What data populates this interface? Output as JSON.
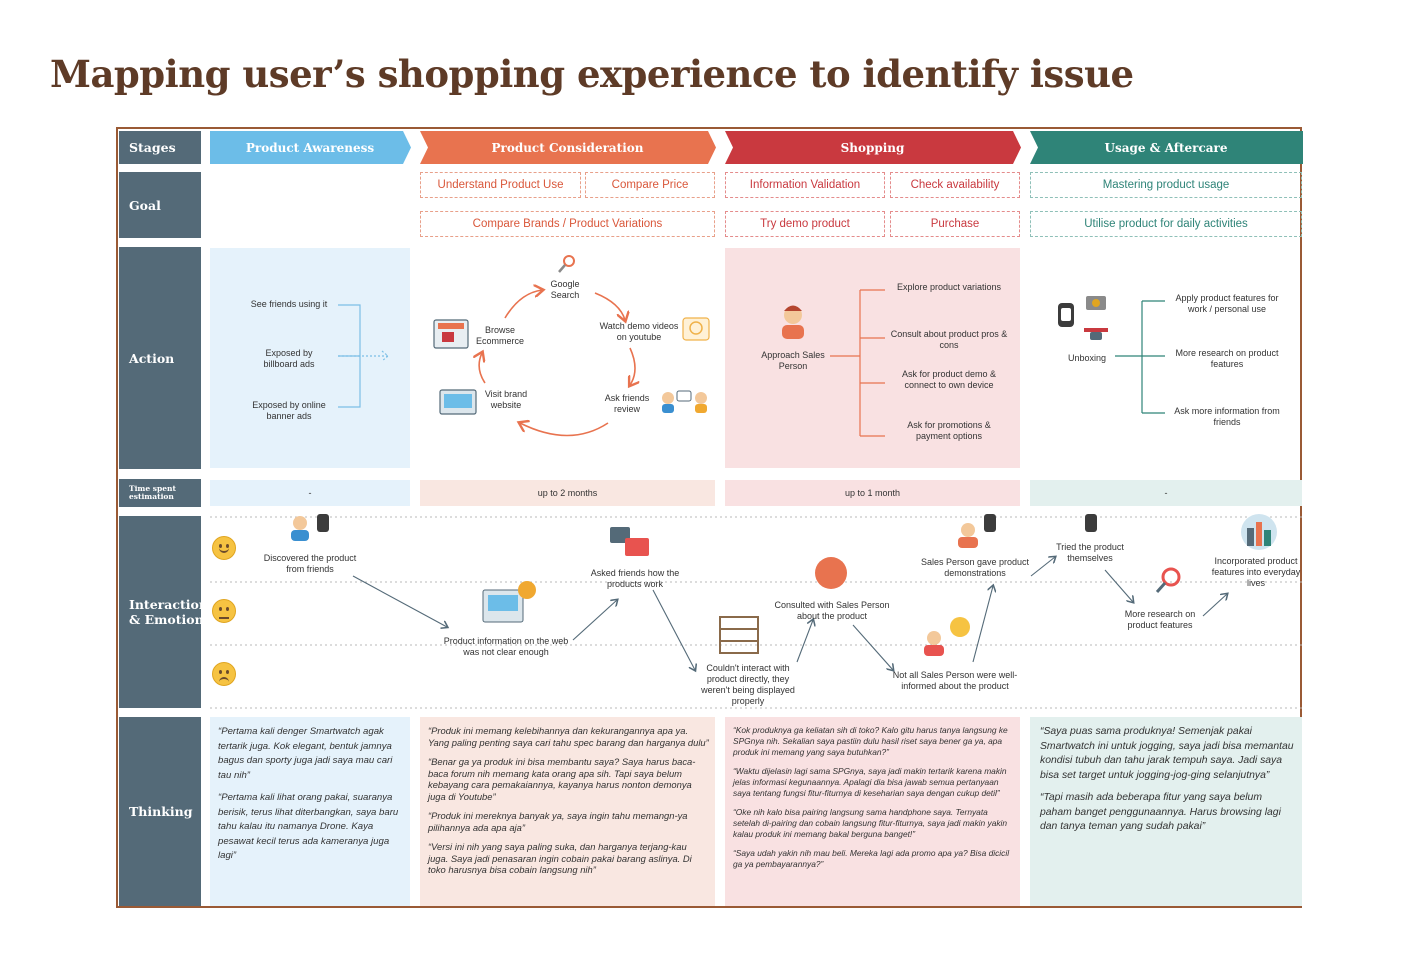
{
  "title": "Mapping user’s shopping experience to identify issue",
  "row_labels": {
    "stages": "Stages",
    "goal": "Goal",
    "action": "Action",
    "time": "Time spent estimation",
    "interaction": "Interaction & Emotion",
    "thinking": "Thinking"
  },
  "stages": [
    "Product Awareness",
    "Product Consideration",
    "Shopping",
    "Usage & Aftercare"
  ],
  "colors": {
    "awareness": "#6cbde8",
    "consideration": "#e8734f",
    "shopping": "#c9393f",
    "usage": "#2f8478",
    "row_label": "#546a78",
    "title": "#5e3b27"
  },
  "goals": {
    "consideration": [
      "Understand Product Use",
      "Compare Price",
      "Compare Brands / Product Variations"
    ],
    "shopping": [
      "Information Validation",
      "Check availability",
      "Try demo product",
      "Purchase"
    ],
    "usage": [
      "Mastering product usage",
      "Utilise product for daily activities"
    ]
  },
  "actions": {
    "awareness": [
      "See friends using it",
      "Exposed by billboard ads",
      "Exposed by online banner ads"
    ],
    "consideration": [
      "Google Search",
      "Watch demo videos on youtube",
      "Ask friends review",
      "Visit brand website",
      "Browse Ecommerce"
    ],
    "shopping_main": "Approach Sales Person",
    "shopping": [
      "Explore product variations",
      "Consult about product pros & cons",
      "Ask for product demo & connect to own device",
      "Ask for promotions & payment options"
    ],
    "usage_main": "Unboxing",
    "usage": [
      "Apply product features for work / personal use",
      "More research on product features",
      "Ask more information from friends"
    ]
  },
  "time_spent": [
    "-",
    "up to 2 months",
    "up to 1 month",
    "-"
  ],
  "interactions": [
    "Discovered the product from friends",
    "Product information on the web was not clear enough",
    "Asked friends how the products work",
    "Couldn't interact with product directly, they weren't being displayed properly",
    "Consulted with Sales Person about the product",
    "Not all Sales Person were well-informed about the product",
    "Sales Person gave product demonstrations",
    "Tried the product themselves",
    "More research on product features",
    "Incorporated product features into everyday lives"
  ],
  "thinking": {
    "awareness": [
      "“Pertama kali denger Smartwatch agak tertarik juga. Kok elegant, bentuk jamnya bagus dan sporty juga jadi saya mau cari tau nih”",
      "“Pertama kali lihat orang pakai, suaranya berisik, terus lihat diterbangkan, saya baru tahu kalau itu namanya Drone. Kaya pesawat kecil terus ada kameranya juga lagi”"
    ],
    "consideration": [
      "“Produk ini memang kelebihannya dan kekurangannya apa ya. Yang paling penting saya cari tahu spec barang dan harganya dulu”",
      "“Benar ga ya produk ini bisa membantu saya? Saya harus baca-baca forum nih memang kata orang apa sih. Tapi saya belum kebayang cara pemakaiannya, kayanya harus nonton demonya juga di Youtube”",
      "“Produk ini mereknya banyak ya, saya ingin tahu memangn-ya pilihannya ada apa aja”",
      "“Versi ini nih yang saya paling suka, dan harganya terjang-kau juga. Saya jadi penasaran ingin cobain pakai barang aslinya. Di toko harusnya bisa cobain langsung nih”"
    ],
    "shopping": [
      "“Kok produknya ga keliatan sih di toko? Kalo gitu harus tanya langsung ke SPGnya nih. Sekalian saya pastiin dulu hasil riset saya bener ga ya, apa produk ini memang yang saya butuhkan?”",
      "“Waktu dijelasin lagi sama SPGnya, saya jadi makin tertarik karena makin jelas informasi kegunaannya. Apalagi dia bisa jawab semua pertanyaan saya tentang fungsi fitur-fiturnya di keseharian saya dengan cukup detil”",
      "“Oke nih kalo bisa pairing langsung sama handphone saya. Ternyata setelah di-pairing dan cobain langsung fitur-fiturnya, saya  jadi makin yakin kalau produk ini memang bakal berguna banget!”",
      "“Saya udah yakin nih mau beli. Mereka lagi ada promo apa ya? Bisa dicicil ga ya pembayarannya?”"
    ],
    "usage": [
      "“Saya puas sama produknya! Semenjak pakai Smartwatch ini untuk jogging, saya jadi bisa memantau kondisi tubuh dan tahu jarak tempuh saya. Jadi saya bisa set target untuk jogging-jog-ging selanjutnya”",
      "“Tapi masih ada beberapa fitur yang saya belum paham banget penggunaannya. Harus browsing lagi dan tanya teman yang sudah pakai”"
    ]
  }
}
